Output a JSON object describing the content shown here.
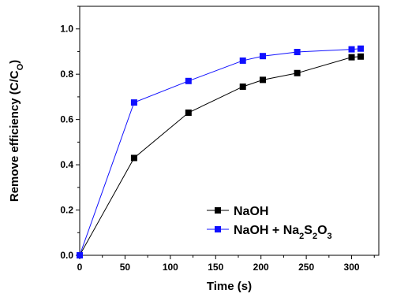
{
  "chart_data": {
    "type": "line",
    "xlabel": "Time (s)",
    "ylabel_parts": {
      "main": "Remove efficiency (C/C",
      "sub": "O",
      "end": ")"
    },
    "xlim": [
      0,
      330
    ],
    "ylim": [
      0,
      1.1
    ],
    "x_ticks": [
      0,
      50,
      100,
      150,
      200,
      250,
      300
    ],
    "y_ticks": [
      0.0,
      0.2,
      0.4,
      0.6,
      0.8,
      1.0
    ],
    "y_tick_labels": [
      "0.0",
      "0.2",
      "0.4",
      "0.6",
      "0.8",
      "1.0"
    ],
    "legend_position": "bottom-right",
    "series": [
      {
        "legend_parts": [
          {
            "t": "NaOH"
          }
        ],
        "color": "#000000",
        "x": [
          0,
          60,
          120,
          180,
          202,
          240,
          300,
          310
        ],
        "y": [
          0.0,
          0.43,
          0.63,
          0.745,
          0.775,
          0.805,
          0.875,
          0.878
        ]
      },
      {
        "legend_parts": [
          {
            "t": "NaOH + Na"
          },
          {
            "t": "2",
            "sub": true
          },
          {
            "t": "S"
          },
          {
            "t": "2",
            "sub": true
          },
          {
            "t": "O"
          },
          {
            "t": "3",
            "sub": true
          }
        ],
        "color": "#1010ff",
        "x": [
          0,
          60,
          120,
          180,
          202,
          240,
          300,
          310
        ],
        "y": [
          0.0,
          0.675,
          0.77,
          0.86,
          0.88,
          0.898,
          0.91,
          0.913
        ]
      }
    ]
  }
}
